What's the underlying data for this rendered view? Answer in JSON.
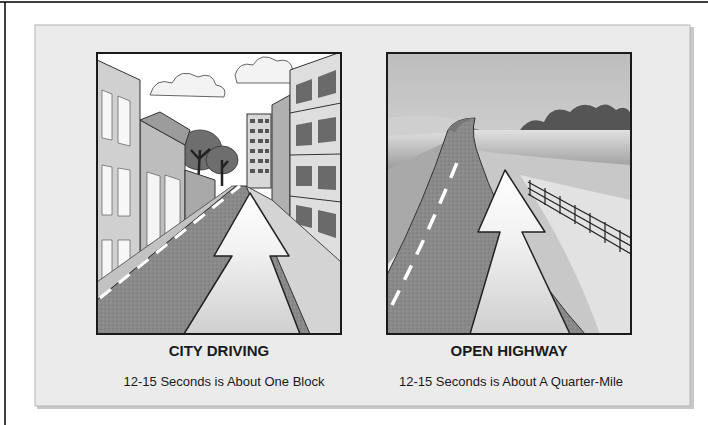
{
  "diagram": {
    "labels": [
      "CITY DRIVING",
      "OPEN HIGHWAY",
      "12-15 Seconds is About One Block",
      "12-15 Seconds is About A Quarter-Mile"
    ]
  }
}
